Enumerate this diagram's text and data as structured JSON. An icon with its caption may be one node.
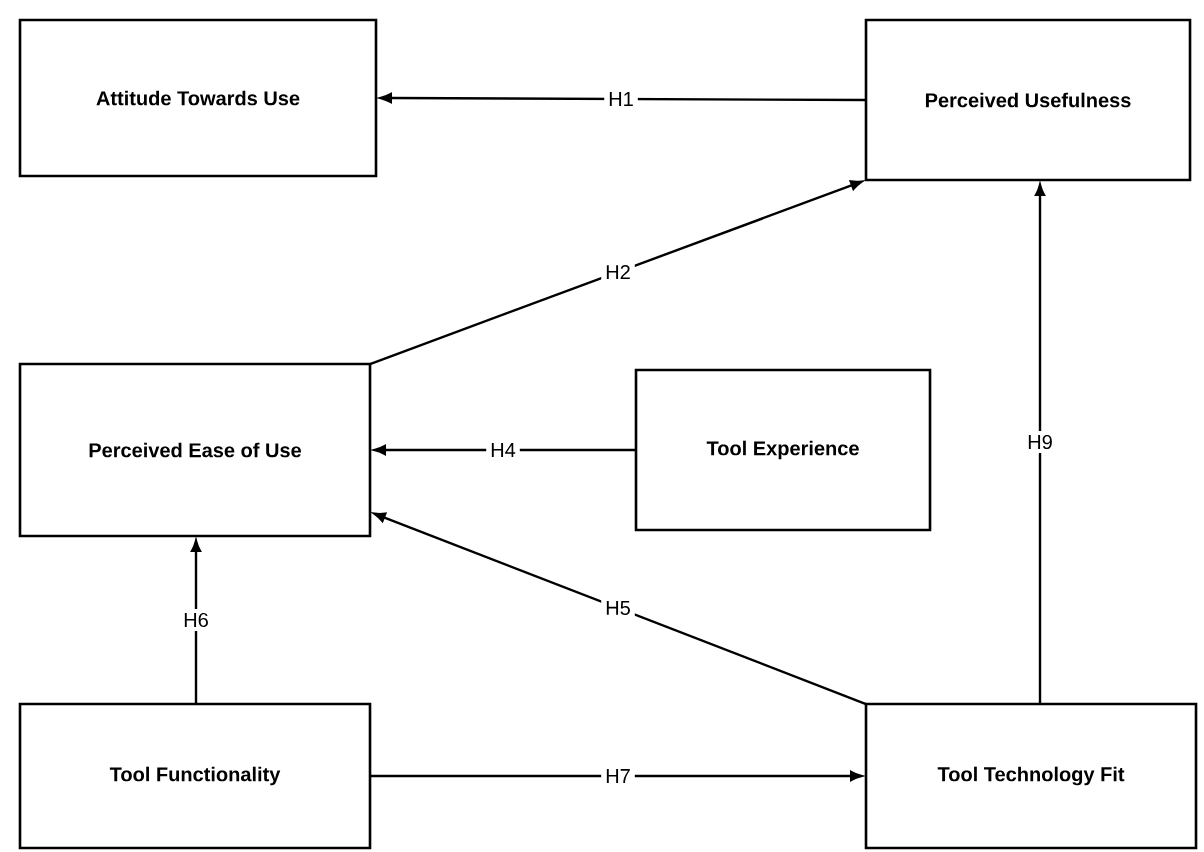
{
  "diagram": {
    "nodes": [
      {
        "text": [
          "Attitude Towards Use"
        ]
      },
      {
        "text": [
          "Perceived Usefulness"
        ]
      },
      {
        "text": [
          "Perceived Ease of Use"
        ]
      },
      {
        "text": [
          "Tool Experience"
        ]
      },
      {
        "text": [
          "Tool Functionality"
        ]
      },
      {
        "text": [
          "Tool Technology Fit"
        ]
      }
    ],
    "edges": [
      {
        "from": 1,
        "to": 0,
        "arrow": "to",
        "label": "H1"
      },
      {
        "from": 2,
        "to": 1,
        "arrow": "to",
        "label": "H2"
      },
      {
        "from": 3,
        "to": 2,
        "arrow": "to",
        "label": "H4"
      },
      {
        "from": 5,
        "to": 2,
        "arrow": "to",
        "label": "H5"
      },
      {
        "from": 4,
        "to": 2,
        "arrow": "to",
        "label": "H6"
      },
      {
        "from": 4,
        "to": 5,
        "arrow": "to",
        "label": "H7"
      },
      {
        "from": 5,
        "to": 1,
        "arrow": "to",
        "label": "H9"
      }
    ]
  }
}
